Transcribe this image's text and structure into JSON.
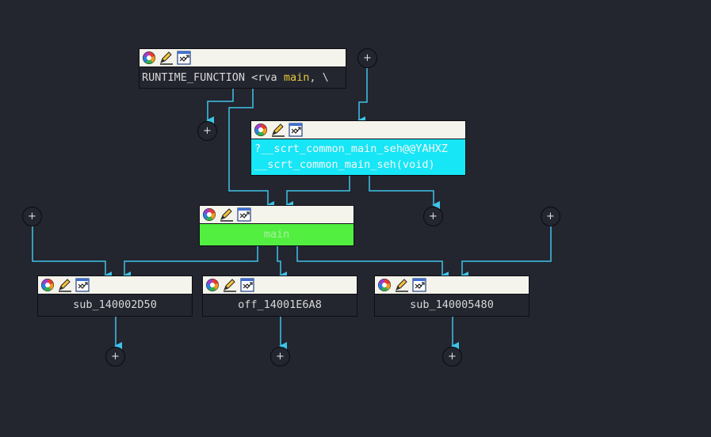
{
  "nodes": {
    "runtime_function": {
      "prefix": "RUNTIME_FUNCTION <rva ",
      "highlight": "main",
      "suffix": ", \\"
    },
    "scrt": {
      "line1": "?__scrt_common_main_seh@@YAHXZ",
      "line2": "__scrt_common_main_seh(void)"
    },
    "main": {
      "label": "main"
    },
    "sub_1": {
      "label": "sub_140002D50"
    },
    "off_1": {
      "label": "off_14001E6A8"
    },
    "sub_2": {
      "label": "sub_140005480"
    }
  },
  "expand_symbol": "+",
  "colors": {
    "background": "#23252f",
    "edge": "#3fc3e8",
    "scrt_fill": "#17e6f6",
    "main_fill": "#52ef40",
    "toolbar": "#f4f4ec",
    "highlight": "#e7c93a"
  },
  "toolbar_icons": [
    "color-wheel-icon",
    "edit-pencil-icon",
    "graph-layout-icon"
  ]
}
